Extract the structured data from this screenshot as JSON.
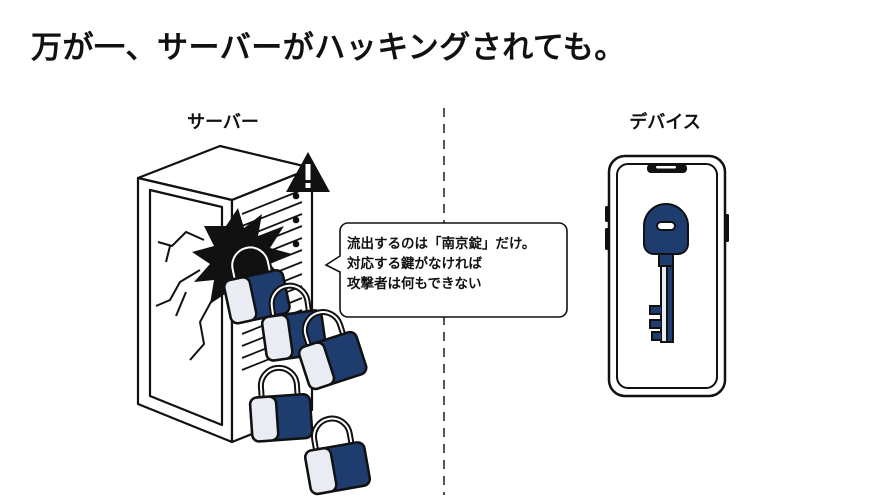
{
  "title": "万が一、サーバーがハッキングされても。",
  "server_label": "サーバー",
  "device_label": "デバイス",
  "callout": {
    "line1": "流出するのは「南京錠」だけ。",
    "line2": "対応する鍵がなければ",
    "line3": "攻撃者は何もできない"
  },
  "icons": [
    "server-rack-icon",
    "warning-icon",
    "padlock-icon",
    "smartphone-icon",
    "key-icon"
  ],
  "colors": {
    "ink": "#111111",
    "navy": "#1f3c6e",
    "warning": "#111111",
    "background": "#ffffff"
  }
}
